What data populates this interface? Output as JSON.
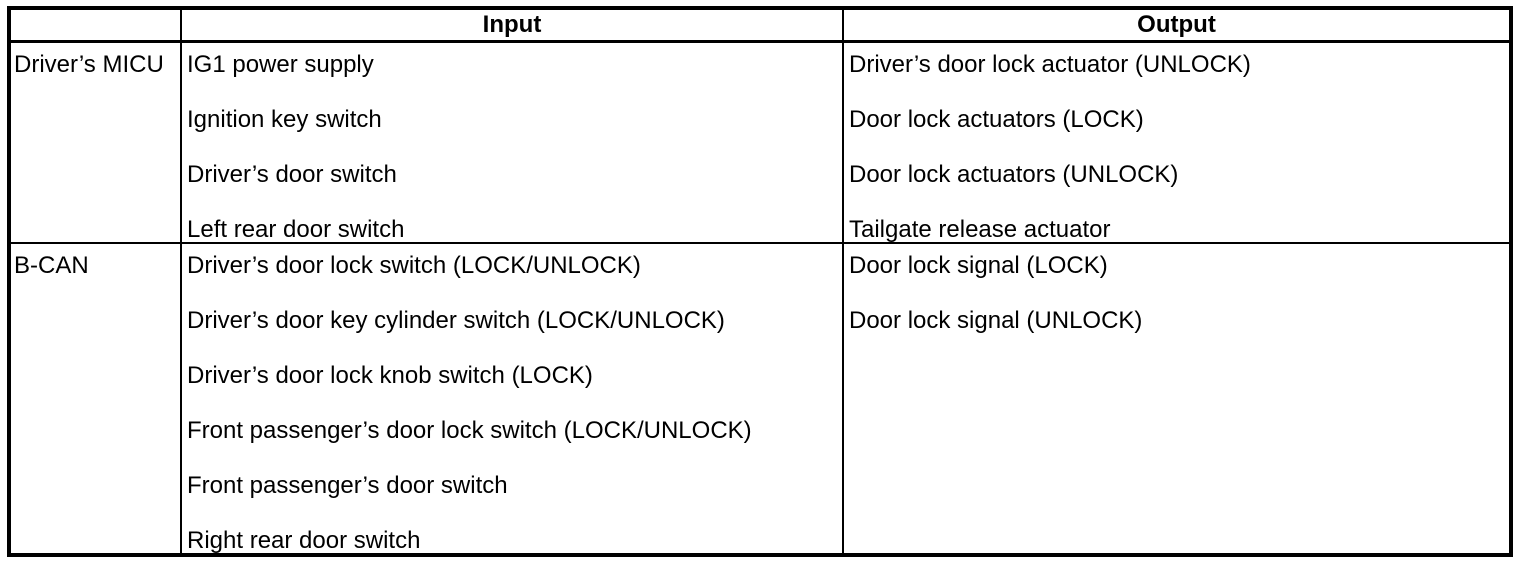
{
  "table": {
    "headers": {
      "source": "",
      "input": "Input",
      "output": "Output"
    },
    "rows": [
      {
        "label": "Driver’s MICU",
        "inputs": [
          "IG1 power supply",
          "Ignition key switch",
          "Driver’s door switch",
          "Left rear door switch"
        ],
        "outputs": [
          "Driver’s door lock actuator (UNLOCK)",
          "Door lock actuators (LOCK)",
          "Door lock actuators (UNLOCK)",
          "Tailgate release actuator"
        ]
      },
      {
        "label": "B-CAN",
        "inputs": [
          "Driver’s door lock switch (LOCK/UNLOCK)",
          "Driver’s door key cylinder switch (LOCK/UNLOCK)",
          "Driver’s door lock knob switch (LOCK)",
          "Front passenger’s door lock switch (LOCK/UNLOCK)",
          "Front passenger’s door switch",
          "Right rear door switch"
        ],
        "outputs": [
          "Door lock signal (LOCK)",
          "Door lock signal (UNLOCK)"
        ]
      }
    ],
    "colors": {
      "border": "#000000",
      "background": "#ffffff",
      "text": "#000000"
    }
  }
}
